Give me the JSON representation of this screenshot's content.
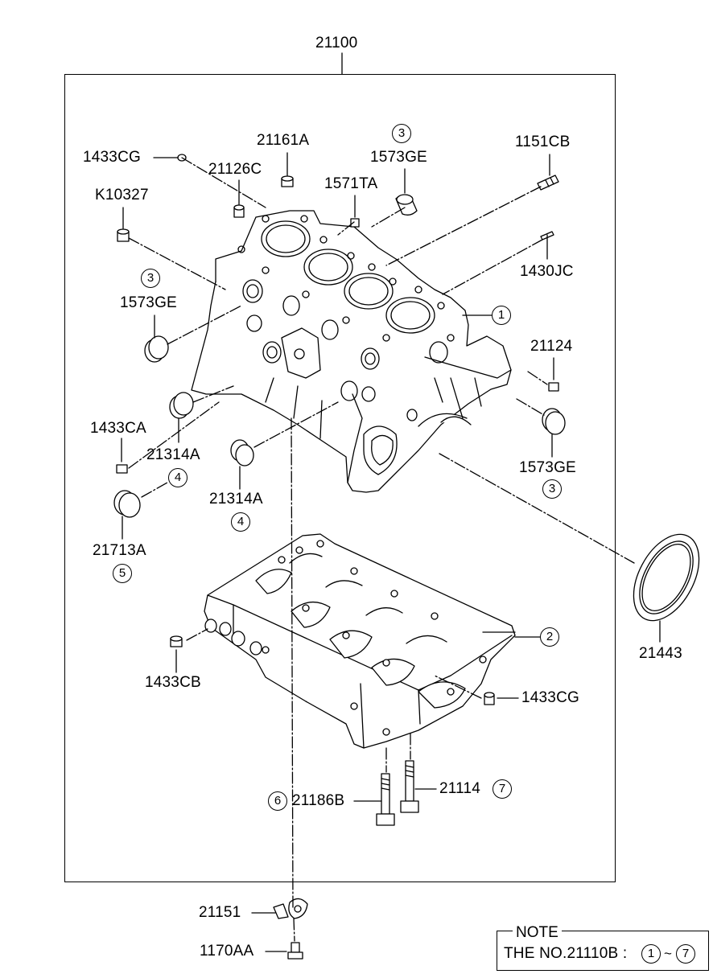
{
  "assembly": {
    "number": "21100"
  },
  "parts": {
    "p_1433CG_top": "1433CG",
    "p_21161A": "21161A",
    "p_1573GE_top": "1573GE",
    "p_1151CB": "1151CB",
    "p_21126C": "21126C",
    "p_1571TA": "1571TA",
    "p_K10327": "K10327",
    "p_1430JC": "1430JC",
    "p_1573GE_left": "1573GE",
    "p_21124": "21124",
    "p_1433CA": "1433CA",
    "p_21314A_left": "21314A",
    "p_1573GE_right": "1573GE",
    "p_21314A_mid": "21314A",
    "p_21713A": "21713A",
    "p_21443": "21443",
    "p_1433CB": "1433CB",
    "p_1433CG_bottom": "1433CG",
    "p_21186B": "21186B",
    "p_21114": "21114",
    "p_21151": "21151",
    "p_1170AA": "1170AA"
  },
  "callouts": {
    "c_top_1573GE": "3",
    "c_left_1573GE": "3",
    "c_block": "1",
    "c_right_1573GE": "3",
    "c_21314A_left": "4",
    "c_21314A_mid": "4",
    "c_21713A": "5",
    "c_ladder": "2",
    "c_21186B": "6",
    "c_21114": "7"
  },
  "note": {
    "title": "NOTE",
    "text": "THE NO.21110B :",
    "range_start": "1",
    "range_sep": "~",
    "range_end": "7"
  }
}
